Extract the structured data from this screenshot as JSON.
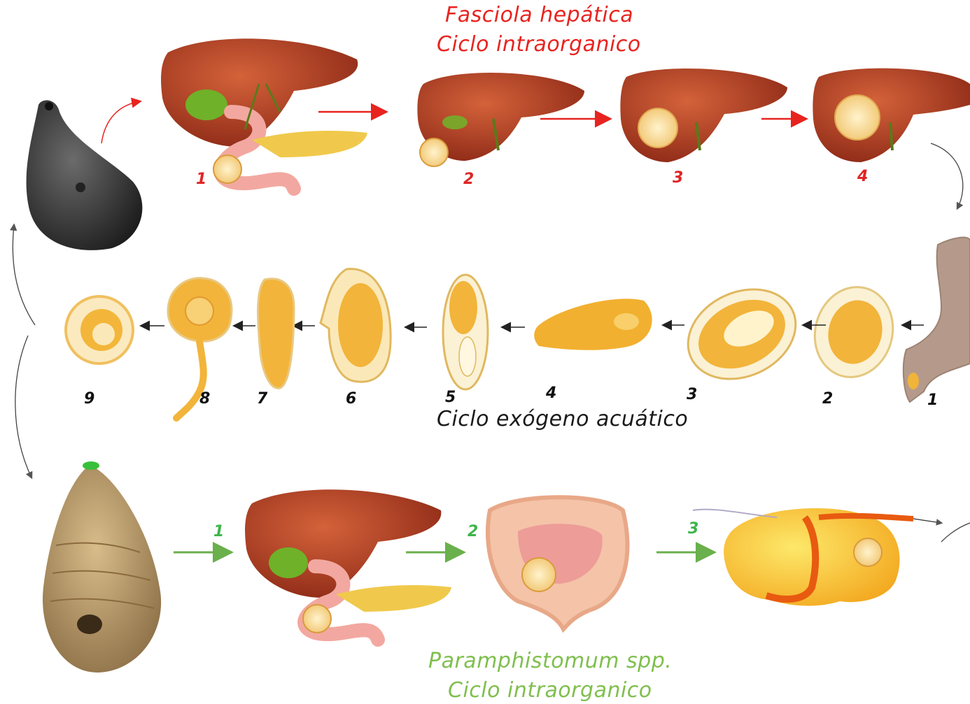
{
  "fasciola": {
    "title_line1": "Fasciola hepática",
    "title_line2": "Ciclo intraorganico",
    "stage_numbers": [
      "1",
      "2",
      "3",
      "4"
    ]
  },
  "exogenous": {
    "title": "Ciclo exógeno acuático",
    "stage_numbers": [
      "9",
      "8",
      "7",
      "6",
      "5",
      "4",
      "3",
      "2",
      "1"
    ]
  },
  "paramphistomum": {
    "title_line1": "Paramphistomum spp.",
    "title_line2": "Ciclo intraorganico",
    "stage_numbers": [
      "1",
      "2",
      "3"
    ]
  },
  "colors": {
    "fasciola_accent": "#e8231f",
    "paramphistomum_accent": "#7fbf4d",
    "liver": "#a8361f",
    "stage_yellow": "#f2b43a"
  }
}
